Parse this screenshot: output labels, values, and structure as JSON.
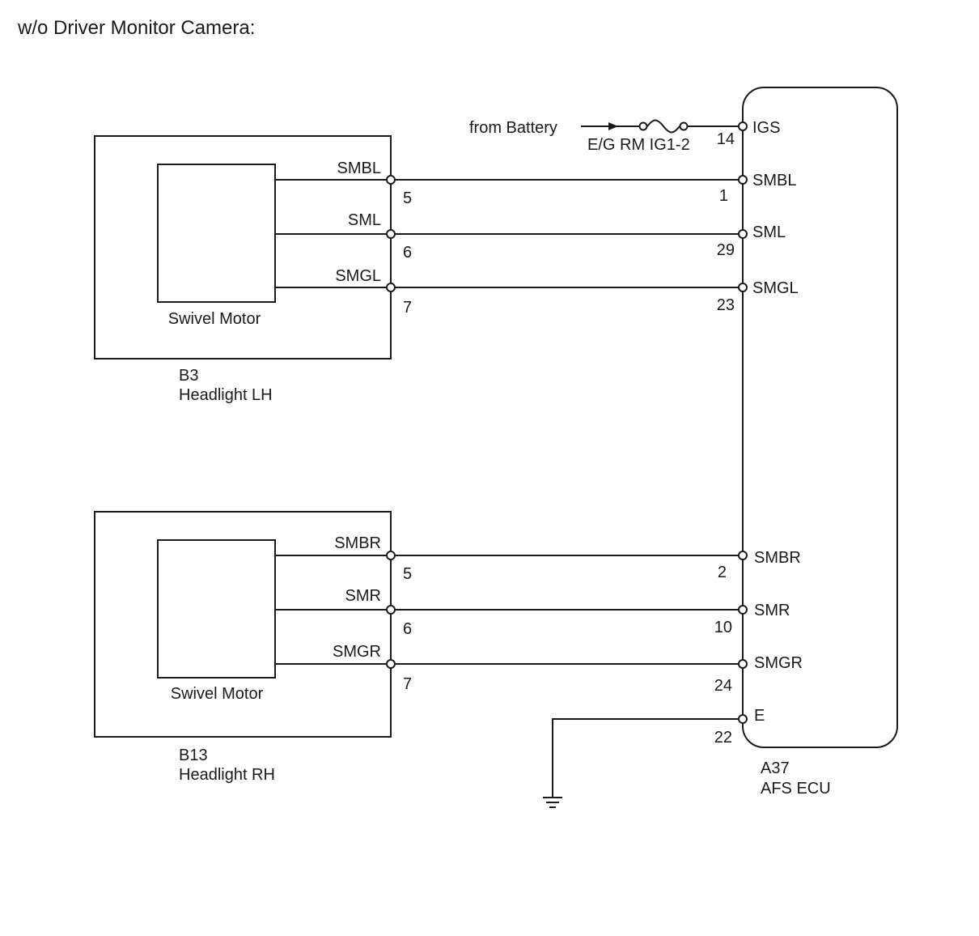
{
  "heading": "w/o Driver Monitor Camera:",
  "power": {
    "source_label": "from Battery",
    "fuse_label": "E/G RM IG1-2"
  },
  "ecu": {
    "connector": "A37",
    "name": "AFS ECU",
    "pins": [
      {
        "pin": "14",
        "signal": "IGS"
      },
      {
        "pin": "1",
        "signal": "SMBL"
      },
      {
        "pin": "29",
        "signal": "SML"
      },
      {
        "pin": "23",
        "signal": "SMGL"
      },
      {
        "pin": "2",
        "signal": "SMBR"
      },
      {
        "pin": "10",
        "signal": "SMR"
      },
      {
        "pin": "24",
        "signal": "SMGR"
      },
      {
        "pin": "22",
        "signal": "E"
      }
    ]
  },
  "headlight_lh": {
    "connector": "B3",
    "name": "Headlight LH",
    "motor_label": "Swivel Motor",
    "pins": [
      {
        "pin": "5",
        "signal": "SMBL"
      },
      {
        "pin": "6",
        "signal": "SML"
      },
      {
        "pin": "7",
        "signal": "SMGL"
      }
    ]
  },
  "headlight_rh": {
    "connector": "B13",
    "name": "Headlight RH",
    "motor_label": "Swivel Motor",
    "pins": [
      {
        "pin": "5",
        "signal": "SMBR"
      },
      {
        "pin": "6",
        "signal": "SMR"
      },
      {
        "pin": "7",
        "signal": "SMGR"
      }
    ]
  }
}
